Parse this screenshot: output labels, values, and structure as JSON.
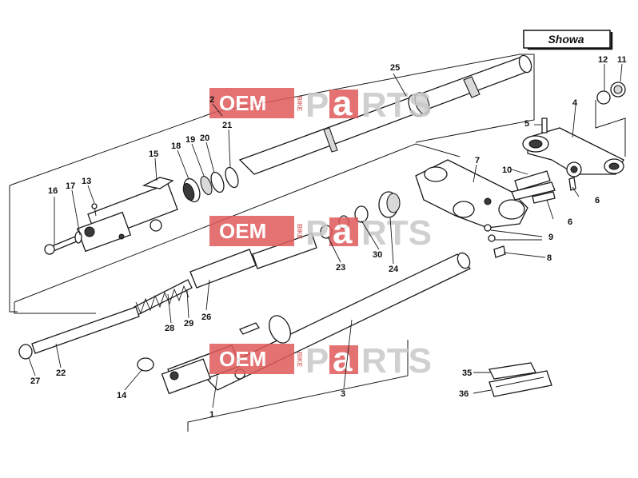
{
  "brand_box": {
    "label": "Showa"
  },
  "watermark": {
    "oem": "OEM",
    "bike": "BIKE",
    "parts_p": "P",
    "parts_a": "a",
    "parts_rts": "RTS"
  },
  "callouts": [
    "1",
    "2",
    "3",
    "4",
    "5",
    "6",
    "6",
    "7",
    "8",
    "9",
    "10",
    "11",
    "12",
    "13",
    "14",
    "15",
    "16",
    "17",
    "18",
    "19",
    "20",
    "21",
    "22",
    "23",
    "24",
    "25",
    "26",
    "27",
    "28",
    "29",
    "30",
    "35",
    "36"
  ],
  "colors": {
    "watermark_red": "#e05a5a",
    "watermark_gray": "#c8c8c8",
    "ink": "#1a1a1a"
  }
}
